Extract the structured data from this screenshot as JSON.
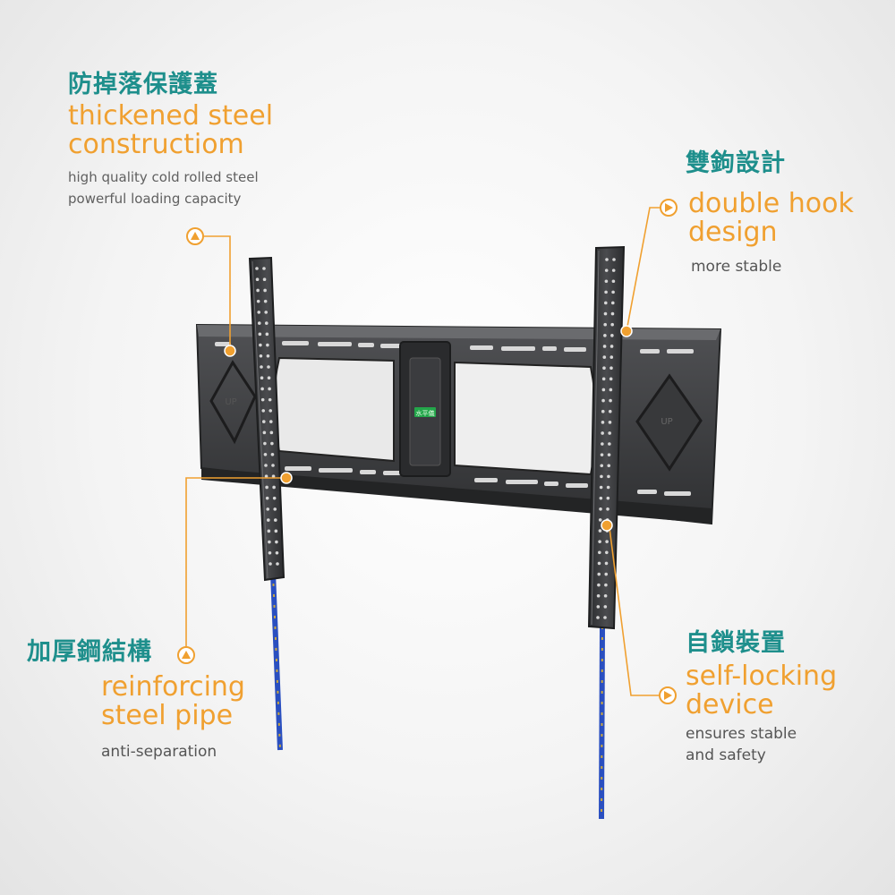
{
  "callouts": {
    "top_left": {
      "title_zh": "防掉落保護蓋",
      "title_en_line1": "thickened steel",
      "title_en_line2": "constructiom",
      "desc_line1": "high quality cold rolled steel",
      "desc_line2": "powerful loading capacity"
    },
    "top_right": {
      "title_zh": "雙鉤設計",
      "title_en_line1": "double hook",
      "title_en_line2": "design",
      "desc_line1": "more stable"
    },
    "bottom_left": {
      "title_zh": "加厚鋼結構",
      "title_en_line1": "reinforcing",
      "title_en_line2": "steel pipe",
      "desc_line1": "anti-separation"
    },
    "bottom_right": {
      "title_zh": "自鎖裝置",
      "title_en_line1": "self-locking",
      "title_en_line2": "device",
      "desc_line1": "ensures stable",
      "desc_line2": "and safety"
    }
  },
  "product": {
    "level_badge_text": "水平儀",
    "plate_marking_left": "UP",
    "plate_marking_right": "UP"
  },
  "colors": {
    "accent_orange": "#f0a030",
    "title_teal": "#1e8f8c",
    "steel_dark": "#3a3b3d",
    "cord_blue": "#2a4fc0"
  },
  "icons": {
    "callout_marker": "circled-arrow-icon"
  }
}
